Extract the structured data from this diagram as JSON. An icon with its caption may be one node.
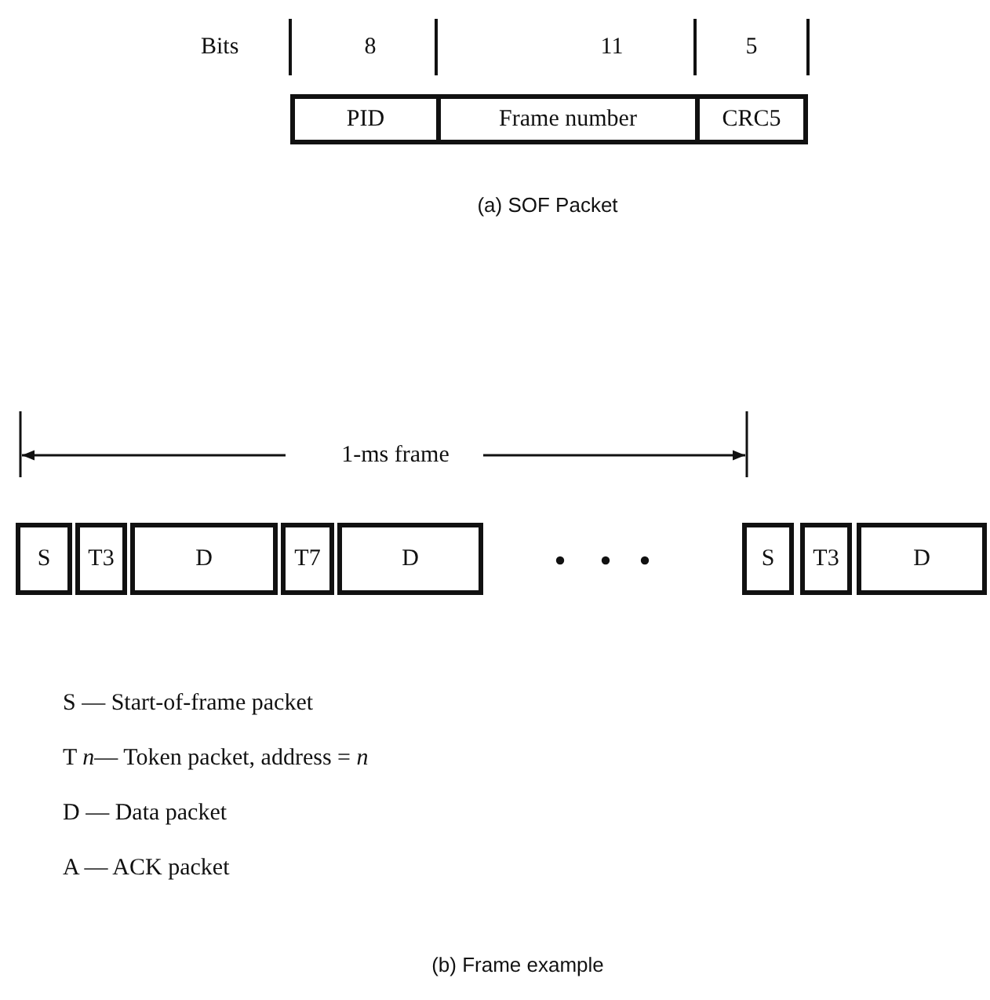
{
  "diagram": {
    "nodes": [
      {
        "text": [
          "PID"
        ]
      },
      {
        "text": [
          "Frame number"
        ]
      },
      {
        "text": [
          "CRC5"
        ]
      },
      {
        "text": [
          "S"
        ]
      },
      {
        "text": [
          "T3"
        ]
      },
      {
        "text": [
          "D"
        ]
      },
      {
        "text": [
          "T7"
        ]
      },
      {
        "text": [
          "D"
        ]
      },
      {
        "text": [
          "S"
        ]
      },
      {
        "text": [
          "T3"
        ]
      },
      {
        "text": [
          "D"
        ]
      }
    ],
    "labels": [
      "Bits",
      "8",
      "11",
      "5",
      "(a) SOF Packet",
      "1-ms frame",
      "S  — Start-of-frame packet",
      "T *n*— Token packet, address = *n*",
      "D  — Data packet",
      "A  — ACK packet",
      "(b) Frame example"
    ]
  }
}
